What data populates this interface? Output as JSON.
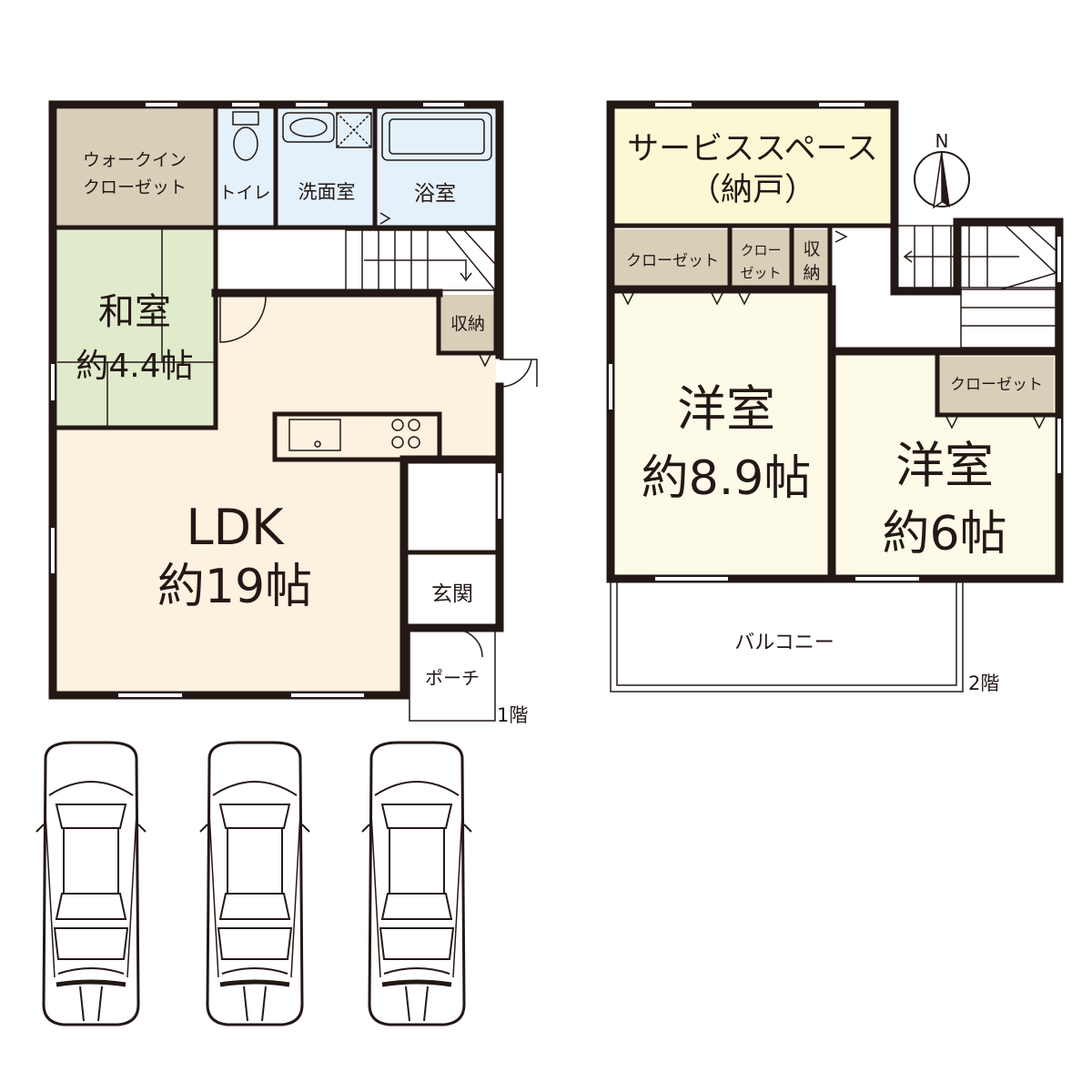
{
  "floor1": {
    "label": "1階",
    "walk_in_closet": [
      "ウォークイン",
      "クローゼット"
    ],
    "toilet": "トイレ",
    "washroom": "洗面室",
    "bathroom": "浴室",
    "washitsu": {
      "name": "和室",
      "size": "約4.4帖"
    },
    "storage": "収納",
    "ldk": {
      "name": "LDK",
      "size": "約19帖"
    },
    "entrance": "玄関",
    "porch": "ポーチ"
  },
  "floor2": {
    "label": "2階",
    "service_space": [
      "サービススペース",
      "（納戸）"
    ],
    "closet_a": "クローゼット",
    "closet_b": [
      "クロー",
      "ゼット"
    ],
    "storage": [
      "収",
      "納"
    ],
    "youshitsu_1": {
      "name": "洋室",
      "size": "約8.9帖"
    },
    "youshitsu_2": {
      "name": "洋室",
      "size": "約6帖"
    },
    "closet_c": "クローゼット",
    "balcony": "バルコニー"
  },
  "compass": {
    "label": "N"
  },
  "colors": {
    "wic": "#d9cfb9",
    "wet": "#e4f1fb",
    "washitsu": "#e0ebcc",
    "ldk": "#fdf1e0",
    "service": "#fdf8d4",
    "youshitsu": "#fdfbe8",
    "closet": "#d9cfb9"
  },
  "parking": {
    "cars": 3
  }
}
